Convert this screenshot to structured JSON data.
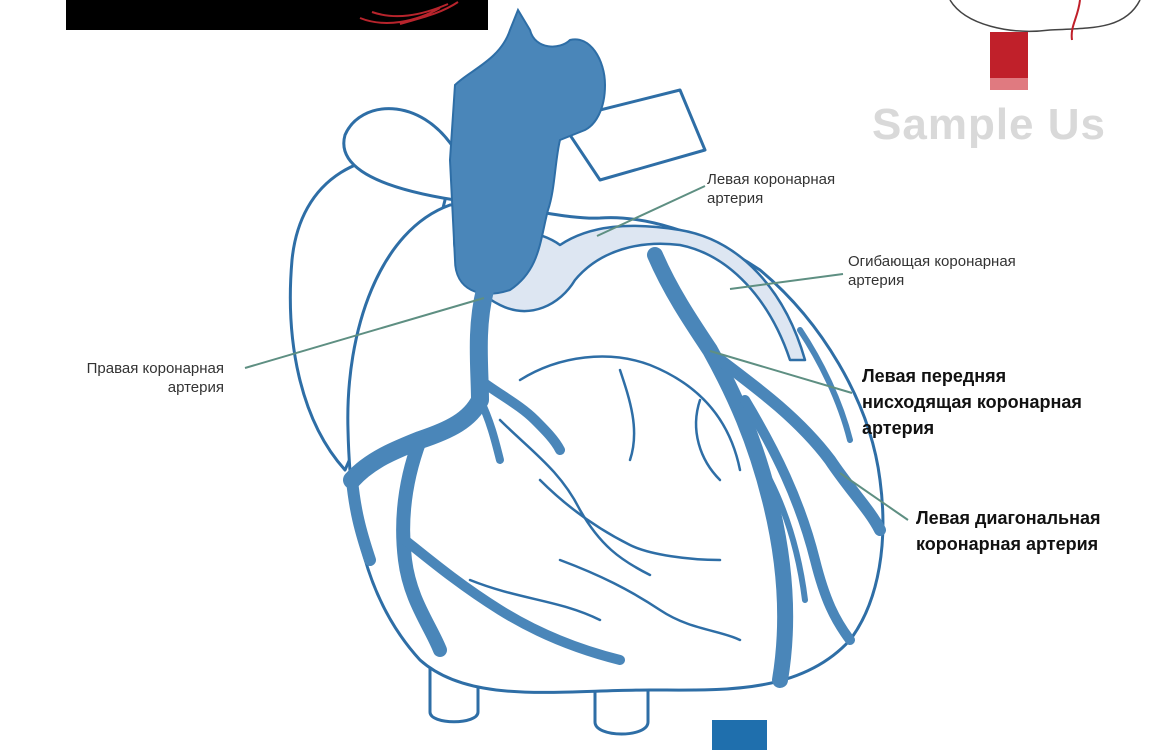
{
  "labels": {
    "left_coronary": [
      "Левая коронарная",
      "артерия"
    ],
    "circumflex": [
      "Огибающая коронарная",
      "артерия"
    ],
    "right_coronary": [
      "Правая коронарная",
      "артерия"
    ],
    "lad": [
      "Левая передняя",
      "нисходящая коронарная",
      "артерия"
    ],
    "diagonal": [
      "Левая диагональная",
      "коронарная артерия"
    ]
  },
  "watermark": "Sample Us",
  "colors": {
    "vessel": "#4a86b9",
    "aorta": "#4a86b9",
    "outline": "#2e6ea6",
    "pale_vessel": "#dde6f2",
    "leader": "#5e8f82",
    "artery_photo": "#c0202a"
  }
}
